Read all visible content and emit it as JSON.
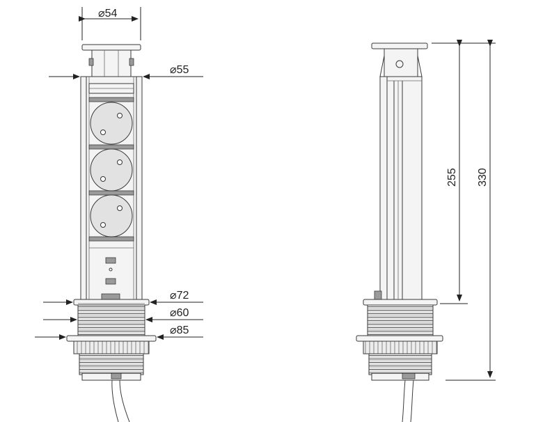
{
  "front_view": {
    "labels": {
      "top_cap_diameter": "⌀54",
      "column_diameter": "⌀55",
      "flange_diameter": "⌀72",
      "thread_diameter": "⌀60",
      "nut_diameter": "⌀85"
    }
  },
  "side_view": {
    "labels": {
      "column_height": "255",
      "total_height": "330"
    }
  },
  "colors": {
    "line": "#3a3a3a",
    "fill": "#f4f4f4"
  }
}
